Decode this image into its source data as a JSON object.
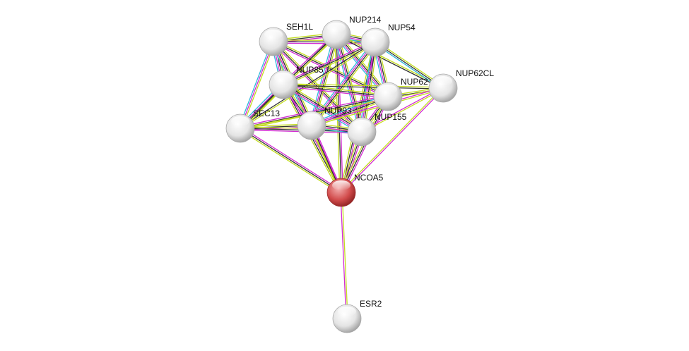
{
  "network": {
    "nodes": [
      {
        "id": "SEH1L",
        "label": "SEH1L",
        "color": "#e8e8e8",
        "query": false
      },
      {
        "id": "NUP214",
        "label": "NUP214",
        "color": "#e8e8e8",
        "query": false
      },
      {
        "id": "NUP54",
        "label": "NUP54",
        "color": "#e8e8e8",
        "query": false
      },
      {
        "id": "NUP85",
        "label": "NUP85",
        "color": "#e8e8e8",
        "query": false
      },
      {
        "id": "NUP62",
        "label": "NUP62",
        "color": "#e8e8e8",
        "query": false
      },
      {
        "id": "NUP62CL",
        "label": "NUP62CL",
        "color": "#e8e8e8",
        "query": false
      },
      {
        "id": "SEC13",
        "label": "SEC13",
        "color": "#e8e8e8",
        "query": false
      },
      {
        "id": "NUP93",
        "label": "NUP93",
        "color": "#e8e8e8",
        "query": false
      },
      {
        "id": "NUP155",
        "label": "NUP155",
        "color": "#e8e8e8",
        "query": false
      },
      {
        "id": "NCOA5",
        "label": "NCOA5",
        "color": "#d94a4a",
        "query": true
      },
      {
        "id": "ESR2",
        "label": "ESR2",
        "color": "#e8e8e8",
        "query": false
      }
    ],
    "evidence_colors": {
      "textmining": "#c3dd1f",
      "coexpression": "#333333",
      "experiments": "#d32ad3",
      "databases": "#2eb8dc"
    },
    "edges": [
      {
        "s": "NCOA5",
        "t": "ESR2",
        "ev": [
          "textmining",
          "experiments"
        ]
      },
      {
        "s": "NCOA5",
        "t": "SEC13",
        "ev": [
          "textmining",
          "coexpression",
          "experiments"
        ]
      },
      {
        "s": "NCOA5",
        "t": "NUP85",
        "ev": [
          "textmining",
          "coexpression",
          "experiments"
        ]
      },
      {
        "s": "NCOA5",
        "t": "SEH1L",
        "ev": [
          "textmining",
          "experiments"
        ]
      },
      {
        "s": "NCOA5",
        "t": "NUP93",
        "ev": [
          "textmining",
          "coexpression",
          "experiments"
        ]
      },
      {
        "s": "NCOA5",
        "t": "NUP214",
        "ev": [
          "textmining",
          "coexpression",
          "experiments"
        ]
      },
      {
        "s": "NCOA5",
        "t": "NUP54",
        "ev": [
          "textmining",
          "coexpression",
          "experiments"
        ]
      },
      {
        "s": "NCOA5",
        "t": "NUP155",
        "ev": [
          "textmining",
          "coexpression",
          "experiments"
        ]
      },
      {
        "s": "NCOA5",
        "t": "NUP62",
        "ev": [
          "textmining",
          "coexpression",
          "experiments"
        ]
      },
      {
        "s": "NCOA5",
        "t": "NUP62CL",
        "ev": [
          "textmining",
          "experiments"
        ]
      },
      {
        "s": "SEH1L",
        "t": "NUP214",
        "ev": [
          "textmining",
          "coexpression",
          "experiments"
        ]
      },
      {
        "s": "SEH1L",
        "t": "NUP54",
        "ev": [
          "textmining",
          "coexpression",
          "experiments"
        ]
      },
      {
        "s": "SEH1L",
        "t": "NUP85",
        "ev": [
          "textmining",
          "coexpression",
          "experiments",
          "databases"
        ]
      },
      {
        "s": "SEH1L",
        "t": "NUP62",
        "ev": [
          "textmining",
          "coexpression",
          "experiments"
        ]
      },
      {
        "s": "SEH1L",
        "t": "SEC13",
        "ev": [
          "textmining",
          "experiments",
          "databases"
        ]
      },
      {
        "s": "SEH1L",
        "t": "NUP93",
        "ev": [
          "textmining",
          "coexpression",
          "experiments",
          "databases"
        ]
      },
      {
        "s": "SEH1L",
        "t": "NUP155",
        "ev": [
          "textmining",
          "coexpression",
          "experiments"
        ]
      },
      {
        "s": "NUP214",
        "t": "NUP54",
        "ev": [
          "textmining",
          "coexpression",
          "experiments",
          "databases"
        ]
      },
      {
        "s": "NUP214",
        "t": "NUP85",
        "ev": [
          "textmining",
          "coexpression",
          "experiments"
        ]
      },
      {
        "s": "NUP214",
        "t": "NUP62",
        "ev": [
          "textmining",
          "coexpression",
          "experiments",
          "databases"
        ]
      },
      {
        "s": "NUP214",
        "t": "NUP62CL",
        "ev": [
          "textmining",
          "coexpression"
        ]
      },
      {
        "s": "NUP214",
        "t": "SEC13",
        "ev": [
          "textmining",
          "coexpression"
        ]
      },
      {
        "s": "NUP214",
        "t": "NUP93",
        "ev": [
          "textmining",
          "coexpression",
          "experiments",
          "databases"
        ]
      },
      {
        "s": "NUP214",
        "t": "NUP155",
        "ev": [
          "textmining",
          "coexpression",
          "experiments",
          "databases"
        ]
      },
      {
        "s": "NUP54",
        "t": "NUP85",
        "ev": [
          "textmining",
          "coexpression",
          "experiments"
        ]
      },
      {
        "s": "NUP54",
        "t": "NUP62",
        "ev": [
          "textmining",
          "coexpression",
          "experiments",
          "databases"
        ]
      },
      {
        "s": "NUP54",
        "t": "NUP62CL",
        "ev": [
          "textmining",
          "coexpression",
          "databases"
        ]
      },
      {
        "s": "NUP54",
        "t": "SEC13",
        "ev": [
          "textmining",
          "coexpression"
        ]
      },
      {
        "s": "NUP54",
        "t": "NUP93",
        "ev": [
          "textmining",
          "coexpression",
          "experiments",
          "databases"
        ]
      },
      {
        "s": "NUP54",
        "t": "NUP155",
        "ev": [
          "textmining",
          "coexpression",
          "experiments",
          "databases"
        ]
      },
      {
        "s": "NUP85",
        "t": "NUP62",
        "ev": [
          "textmining",
          "coexpression",
          "experiments"
        ]
      },
      {
        "s": "NUP85",
        "t": "NUP62CL",
        "ev": [
          "textmining",
          "coexpression"
        ]
      },
      {
        "s": "NUP85",
        "t": "SEC13",
        "ev": [
          "textmining",
          "coexpression",
          "experiments",
          "databases"
        ]
      },
      {
        "s": "NUP85",
        "t": "NUP93",
        "ev": [
          "textmining",
          "coexpression",
          "experiments"
        ]
      },
      {
        "s": "NUP85",
        "t": "NUP155",
        "ev": [
          "textmining",
          "coexpression",
          "experiments",
          "databases"
        ]
      },
      {
        "s": "NUP62",
        "t": "NUP62CL",
        "ev": [
          "textmining",
          "coexpression"
        ]
      },
      {
        "s": "NUP62",
        "t": "SEC13",
        "ev": [
          "textmining",
          "coexpression",
          "experiments"
        ]
      },
      {
        "s": "NUP62",
        "t": "NUP93",
        "ev": [
          "textmining",
          "coexpression",
          "experiments",
          "databases"
        ]
      },
      {
        "s": "NUP62",
        "t": "NUP155",
        "ev": [
          "textmining",
          "coexpression",
          "experiments"
        ]
      },
      {
        "s": "NUP62CL",
        "t": "SEC13",
        "ev": [
          "textmining"
        ]
      },
      {
        "s": "NUP62CL",
        "t": "NUP93",
        "ev": [
          "textmining",
          "experiments"
        ]
      },
      {
        "s": "NUP62CL",
        "t": "NUP155",
        "ev": [
          "textmining",
          "experiments"
        ]
      },
      {
        "s": "SEC13",
        "t": "NUP93",
        "ev": [
          "textmining",
          "coexpression",
          "experiments"
        ]
      },
      {
        "s": "SEC13",
        "t": "NUP155",
        "ev": [
          "textmining",
          "coexpression",
          "experiments"
        ]
      },
      {
        "s": "NUP93",
        "t": "NUP155",
        "ev": [
          "textmining",
          "coexpression",
          "experiments",
          "databases"
        ]
      }
    ]
  }
}
